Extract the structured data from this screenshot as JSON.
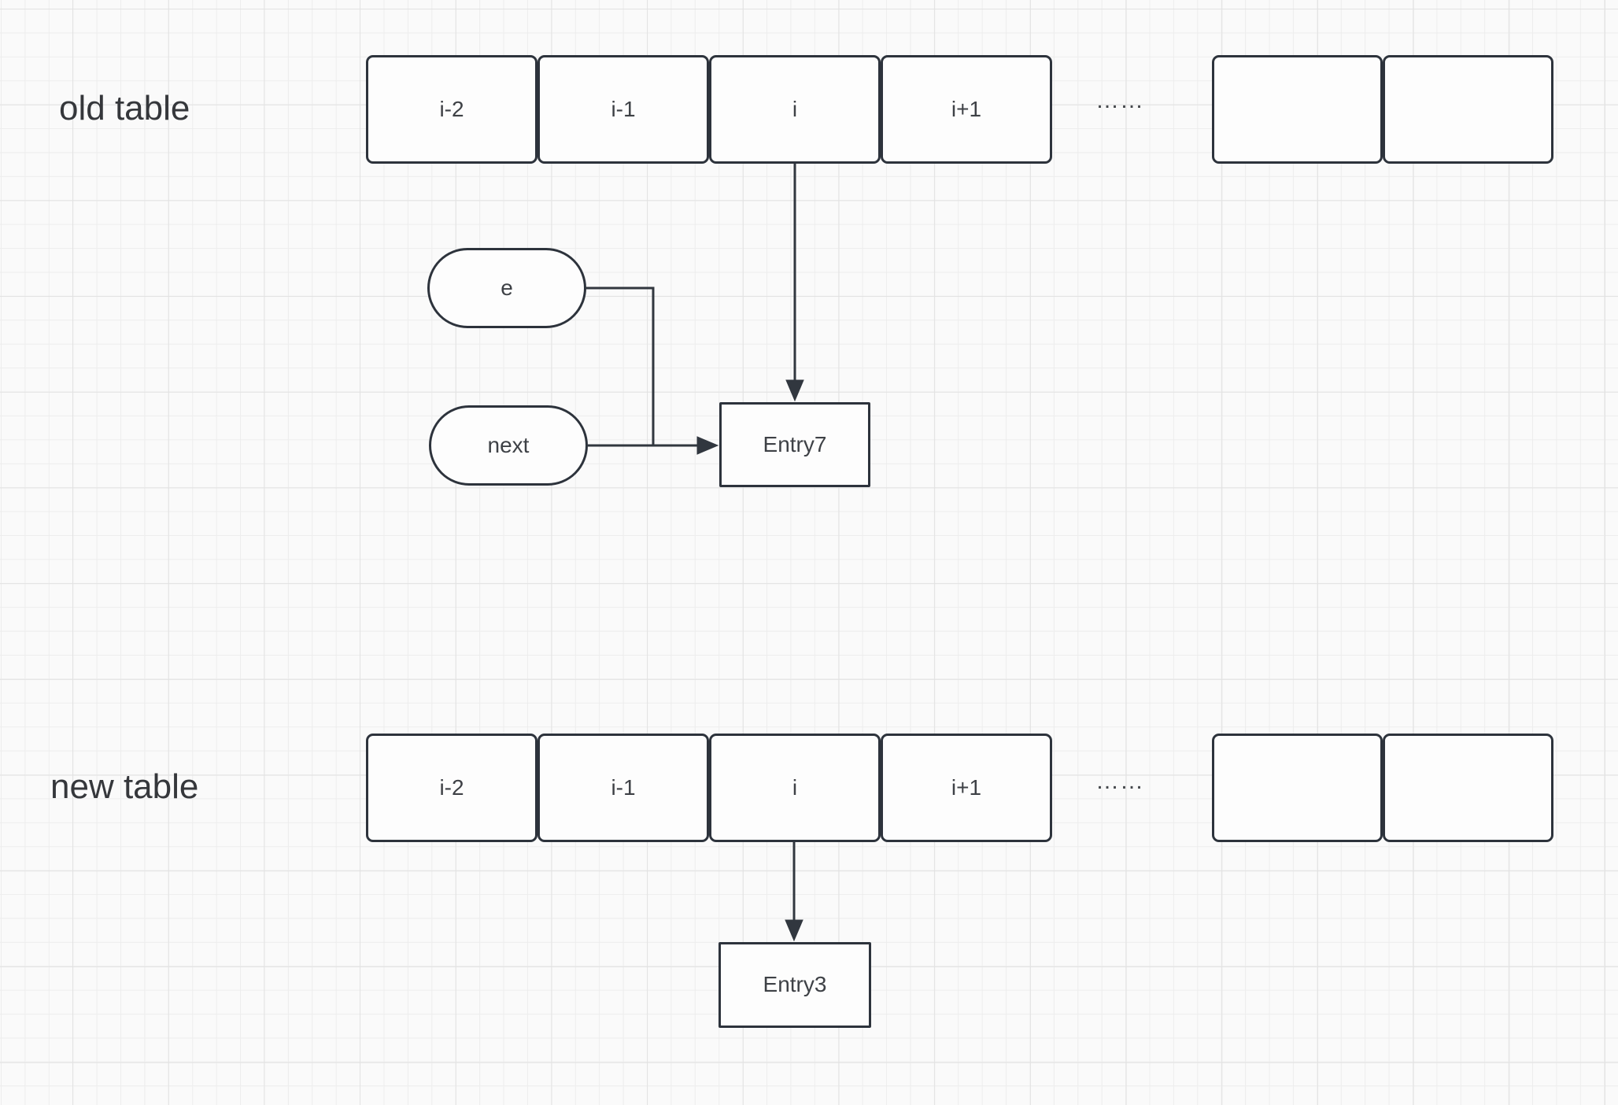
{
  "canvas": {
    "background": "#fafafa",
    "grid_minor_color": "#ededed",
    "grid_major_color": "#e2e2e2",
    "shape_stroke_color": "#2d333c",
    "shape_fill_color": "#fdfdfd",
    "text_color": "#3e4146"
  },
  "old_table": {
    "label": "old table",
    "cells": [
      "i-2",
      "i-1",
      "i",
      "i+1"
    ],
    "ellipsis": "……",
    "tail_cells": [
      "",
      ""
    ],
    "entry": "Entry7"
  },
  "new_table": {
    "label": "new table",
    "cells": [
      "i-2",
      "i-1",
      "i",
      "i+1"
    ],
    "ellipsis": "……",
    "tail_cells": [
      "",
      ""
    ],
    "entry": "Entry3"
  },
  "pointers": {
    "e": "e",
    "next": "next"
  }
}
